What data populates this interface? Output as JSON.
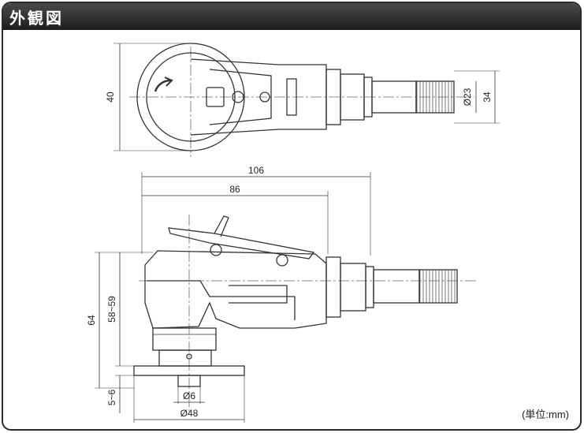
{
  "header": {
    "title": "外観図"
  },
  "dimensions": {
    "top_height": "40",
    "hose_inner_dia": "Ø23",
    "hose_outer_dia": "34",
    "overall_length": "106",
    "body_length": "86",
    "overall_height": "64",
    "body_height": "58~59",
    "pad_thickness": "5~6",
    "spindle_dia": "Ø6",
    "pad_dia": "Ø48"
  },
  "unit_note": "(単位:mm)",
  "colors": {
    "header_bg": "#2a2a2a",
    "line": "#333333"
  }
}
